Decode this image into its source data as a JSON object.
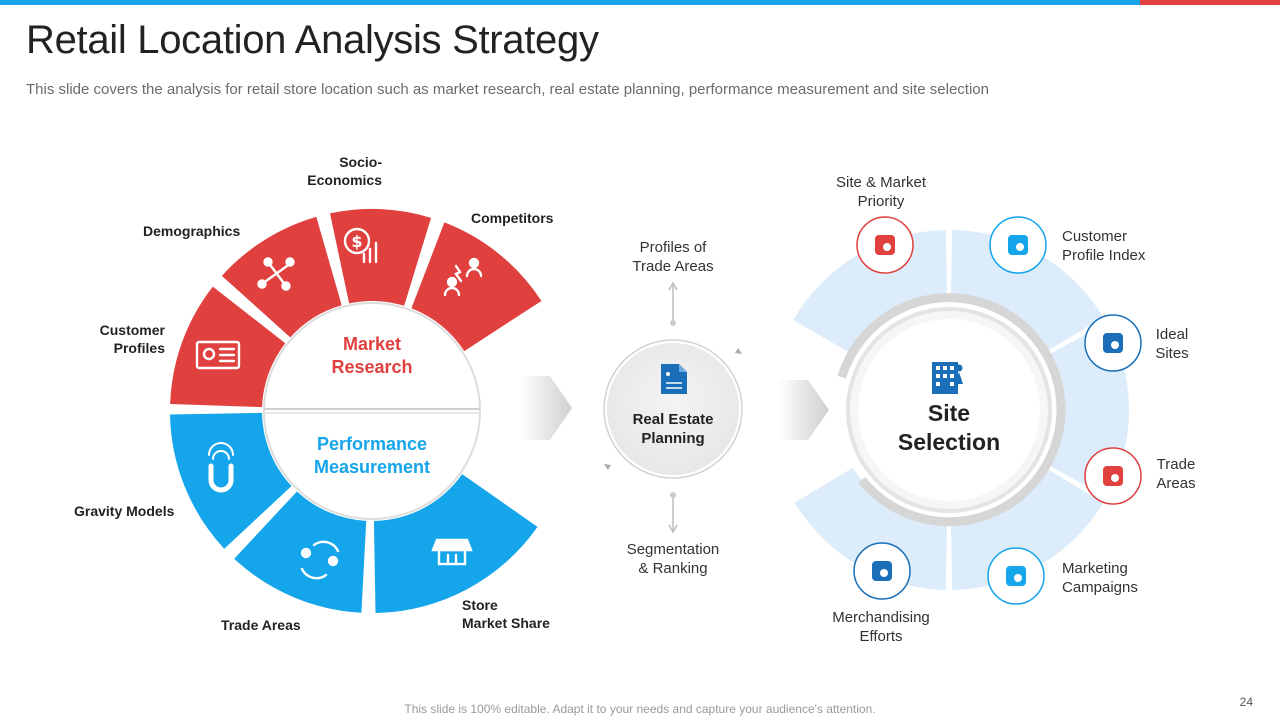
{
  "title": "Retail Location Analysis Strategy",
  "subtitle": "This slide covers the analysis for retail store location such as market research, real estate planning, performance measurement and site selection",
  "left_ring": {
    "market_research": "Market\nResearch",
    "performance_measurement": "Performance\nMeasurement",
    "segments": {
      "customer_profiles": "Customer\nProfiles",
      "demographics": "Demographics",
      "socio_economics": "Socio-\nEconomics",
      "competitors": "Competitors",
      "gravity_models": "Gravity Models",
      "trade_areas": "Trade Areas",
      "store_market_share": "Store\nMarket Share"
    }
  },
  "middle": {
    "center": "Real Estate\nPlanning",
    "top": "Profiles of\nTrade Areas",
    "bottom": "Segmentation\n& Ranking"
  },
  "right_ring": {
    "center": "Site\nSelection",
    "items": {
      "site_market_priority": "Site & Market\nPriority",
      "customer_profile_index": "Customer\nProfile Index",
      "ideal_sites": "Ideal\nSites",
      "trade_areas": "Trade\nAreas",
      "marketing_campaigns": "Marketing\nCampaigns",
      "merchandising_efforts": "Merchandising\nEfforts"
    }
  },
  "footer": "This slide is 100% editable. Adapt it to your needs and capture your audience's attention.",
  "page_number": "24",
  "colors": {
    "red": "#e0403e",
    "blue": "#14a5eb",
    "dark_blue": "#1a6fb8",
    "light_blue": "#dcecfb"
  }
}
